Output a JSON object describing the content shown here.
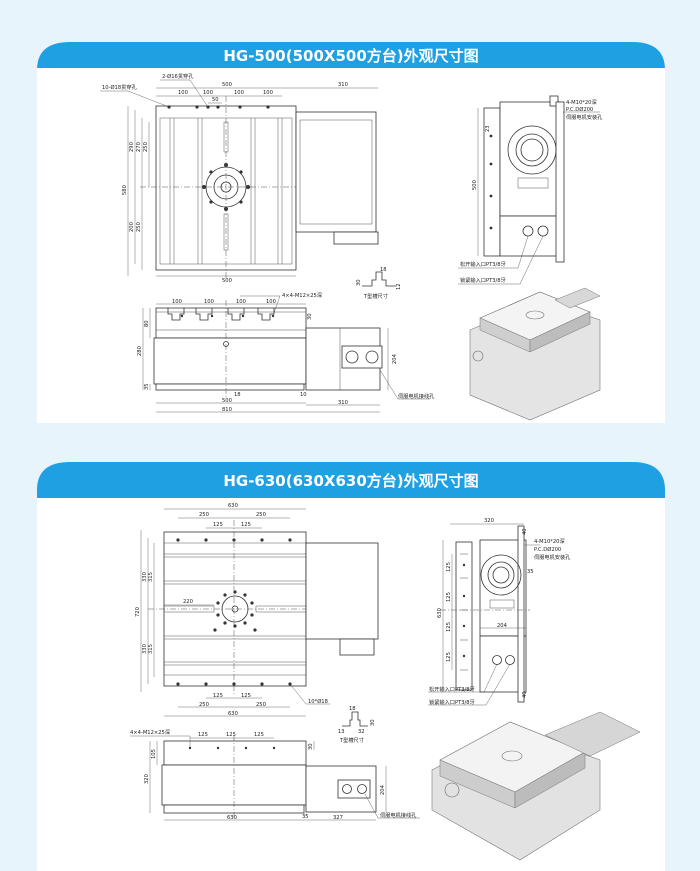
{
  "colors": {
    "header": "#1ea0e2",
    "background": "#e8f4fc",
    "panel": "#ffffff"
  },
  "panels": [
    {
      "title": "HG-500(500X500方台)外观尺寸图",
      "top": {
        "through_holes": "10-Ø18贯穿孔",
        "through_holes_2": "2-Ø16贯穿孔",
        "width": "500",
        "motor_len": "310",
        "pitch": [
          "100",
          "100",
          "100",
          "100"
        ],
        "offset": "50",
        "left": [
          "290",
          "270",
          "250",
          "580",
          "200",
          "250"
        ],
        "bottom_width": "500"
      },
      "end": {
        "m10": "4-M10*20深",
        "pcd": "P.C.DØ200",
        "motor_hole": "伺服电机安装孔",
        "height": "500",
        "edge": "23",
        "unclamp_port": "松开输入口PT3/8牙",
        "clamp_port": "锁紧输入口PT3/8牙"
      },
      "tslot": {
        "w": "18",
        "h": "30",
        "d": "12",
        "label": "T型槽尺寸"
      },
      "side": {
        "thread": "4×4-M12×25深",
        "pitch": [
          "100",
          "100",
          "100",
          "100"
        ],
        "top_h": "80",
        "total_h": "280",
        "base_h": "35",
        "motor_h": "204",
        "key": "18",
        "width": "500",
        "motor_len": "310",
        "total_len": "810",
        "gap": "10",
        "tslot_d": "30",
        "cable_hole": "伺服电机接线孔"
      }
    },
    {
      "title": "HG-630(630X630方台)外观尺寸图",
      "top": {
        "width": "630",
        "pitch2": [
          "250",
          "250"
        ],
        "pitch1": [
          "125",
          "125"
        ],
        "total_h": "720",
        "left": [
          "330",
          "315",
          "330",
          "315"
        ],
        "bore": "220",
        "bottom_pitch1": [
          "125",
          "125"
        ],
        "bottom_pitch2": [
          "250",
          "250"
        ],
        "bottom_width": "630",
        "holes": "10*Ø18"
      },
      "end": {
        "width": "320",
        "m10": "4-M10*20深",
        "pcd": "P.C.DØ200",
        "motor_hole": "伺服电机安装孔",
        "pitch": [
          "125",
          "125",
          "125",
          "125"
        ],
        "height": "630",
        "motor_w": "204",
        "edge_top": "40",
        "edge_bot": "40",
        "angle": "35",
        "unclamp_port": "松开输入口PT3/8牙",
        "clamp_port": "锁紧输入口PT3/8牙"
      },
      "tslot": {
        "w": "18",
        "h": "30",
        "a": "13",
        "b": "32",
        "label": "T型槽尺寸"
      },
      "side": {
        "thread": "4×4-M12×25深",
        "pitch": [
          "125",
          "125",
          "125"
        ],
        "top_h": "105",
        "total_h": "320",
        "tslot_d": "30",
        "motor_h": "204",
        "width": "630",
        "motor_len": "327",
        "gap": "35",
        "cable_hole": "伺服电机接线孔"
      }
    }
  ]
}
